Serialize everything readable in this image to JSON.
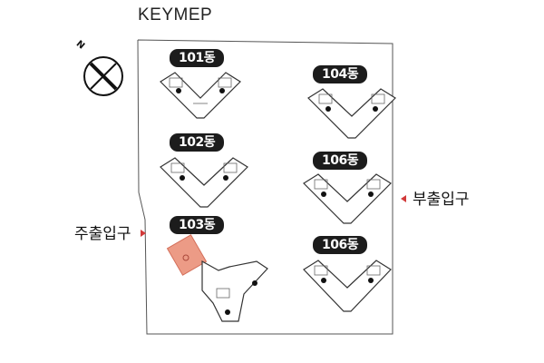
{
  "map": {
    "title": "KEYMEP",
    "north_label": "N",
    "buildings": [
      {
        "label": "101동"
      },
      {
        "label": "102동"
      },
      {
        "label": "103동",
        "highlighted": true
      },
      {
        "label": "104동"
      },
      {
        "label": "106동"
      },
      {
        "label": "106동"
      }
    ],
    "main_entrance": "주출입구",
    "side_entrance": "부출입구",
    "colors": {
      "marker": "#d23a3a",
      "highlight": "#ec9b86",
      "label_bg": "#1c1c1c",
      "outline": "#333333"
    }
  }
}
